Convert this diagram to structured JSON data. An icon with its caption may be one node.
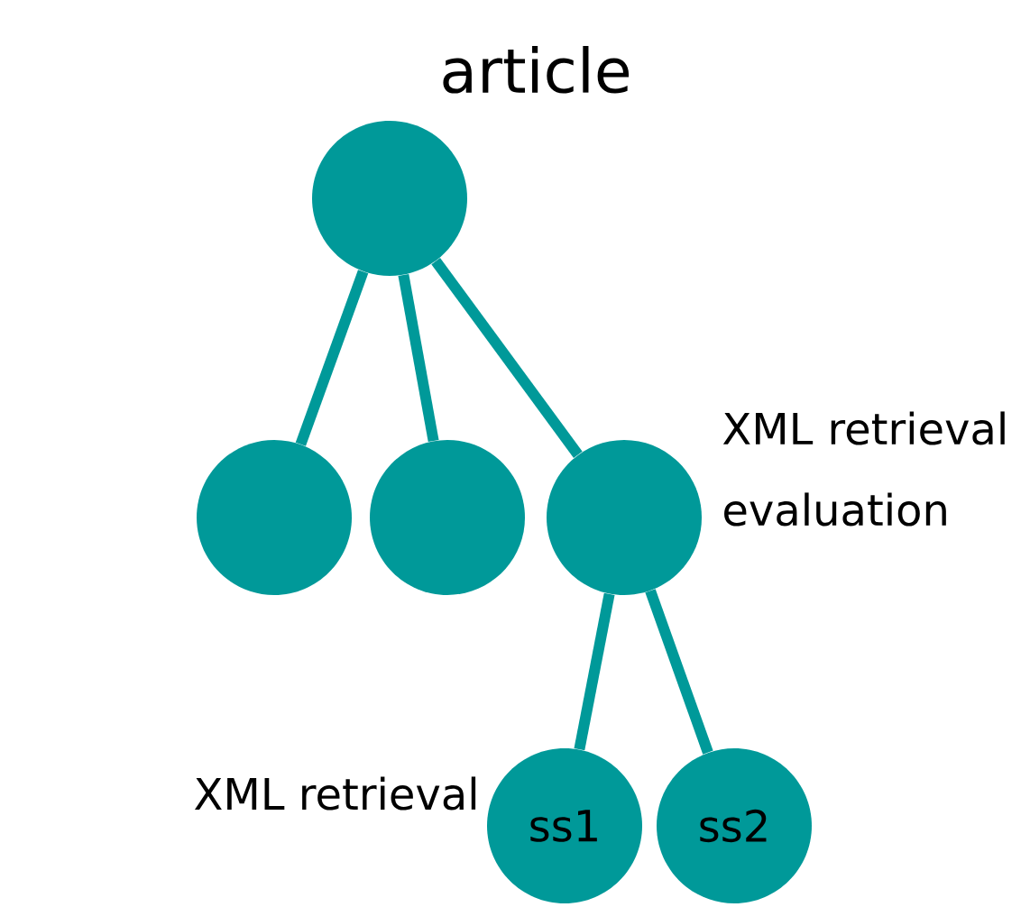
{
  "diagram": {
    "nodes": [
      {
        "text": [],
        "shape": "circle",
        "beside": [
          "article"
        ]
      },
      {
        "text": [],
        "shape": "circle"
      },
      {
        "text": [],
        "shape": "circle"
      },
      {
        "text": [],
        "shape": "circle",
        "beside": [
          "XML retrieval evaluation"
        ]
      },
      {
        "text": [
          "ss1"
        ],
        "beside": [
          "XML retrieval"
        ]
      },
      {
        "text": [
          "ss2"
        ]
      }
    ],
    "edges": [
      {
        "from": 0,
        "to": 1,
        "arrow": "none"
      },
      {
        "from": 0,
        "to": 2,
        "arrow": "none"
      },
      {
        "from": 0,
        "to": 3,
        "arrow": "none"
      },
      {
        "from": 3,
        "to": 4,
        "arrow": "none"
      },
      {
        "from": 3,
        "to": 5,
        "arrow": "none"
      }
    ]
  }
}
